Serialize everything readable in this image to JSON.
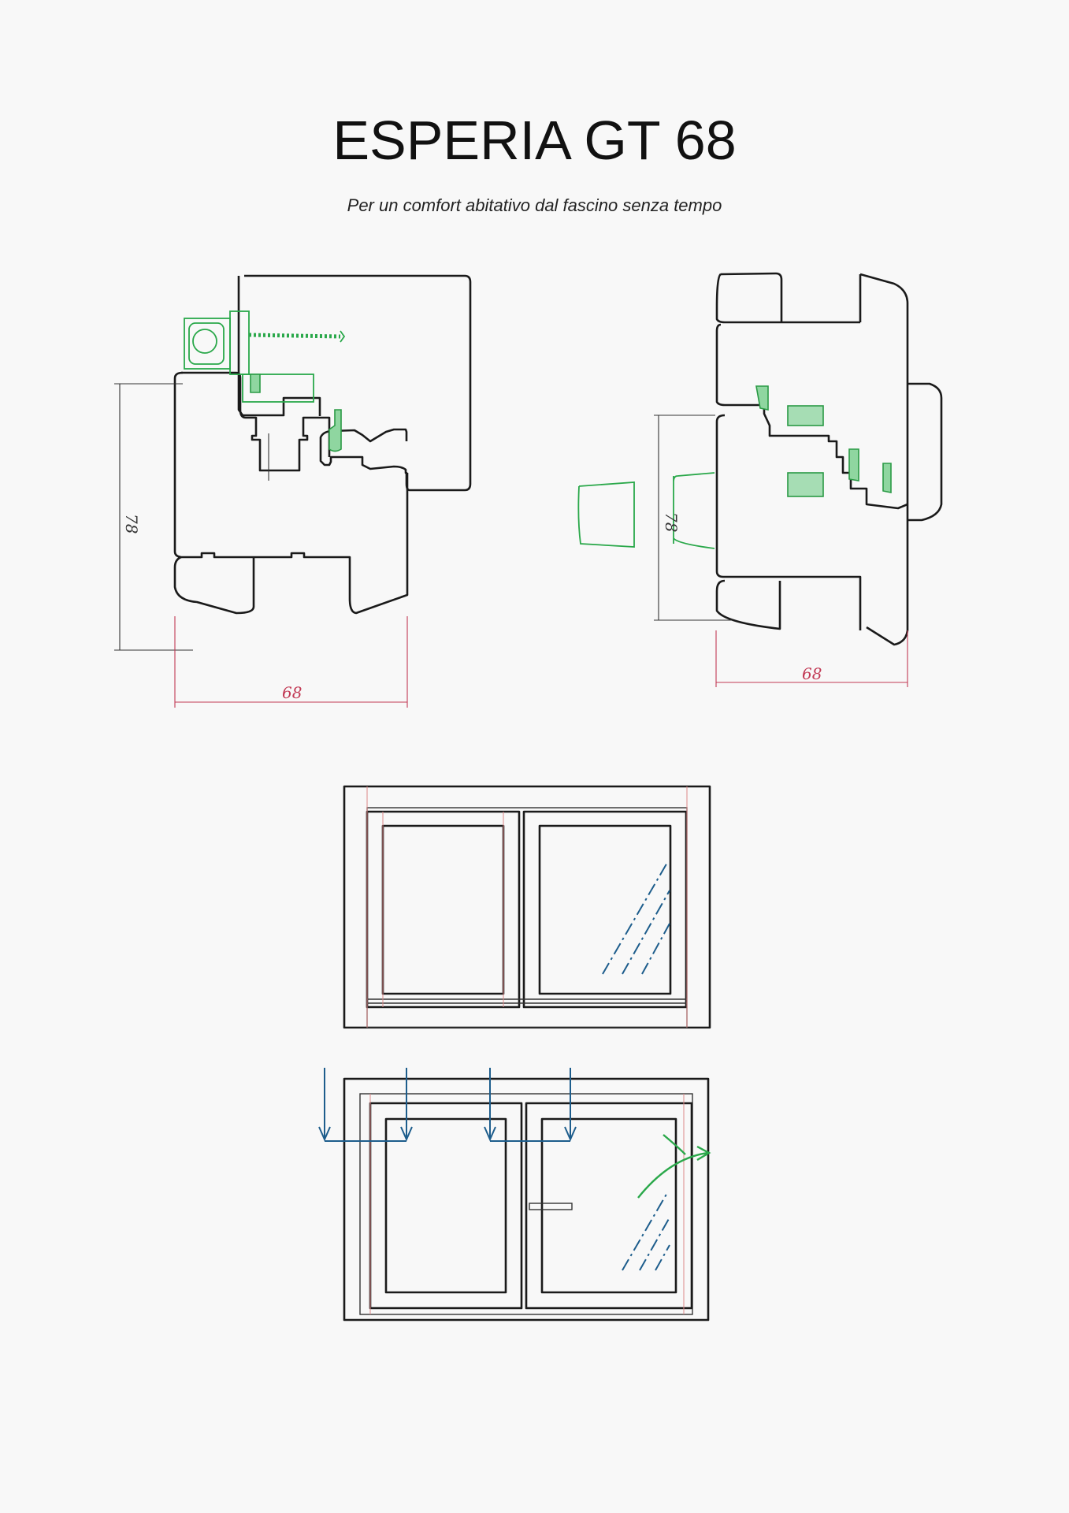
{
  "header": {
    "title": "ESPERIA GT 68",
    "subtitle": "Per un comfort abitativo dal fascino senza tempo"
  },
  "drawings": {
    "section_left": {
      "height_dim": "78",
      "width_dim": "68"
    },
    "section_right": {
      "height_dim": "78",
      "width_dim": "68"
    }
  },
  "colors": {
    "outline": "#1a1a1a",
    "hardware": "#2aa84a",
    "dimension": "#c23a55",
    "arrows": "#1d5d8c"
  }
}
